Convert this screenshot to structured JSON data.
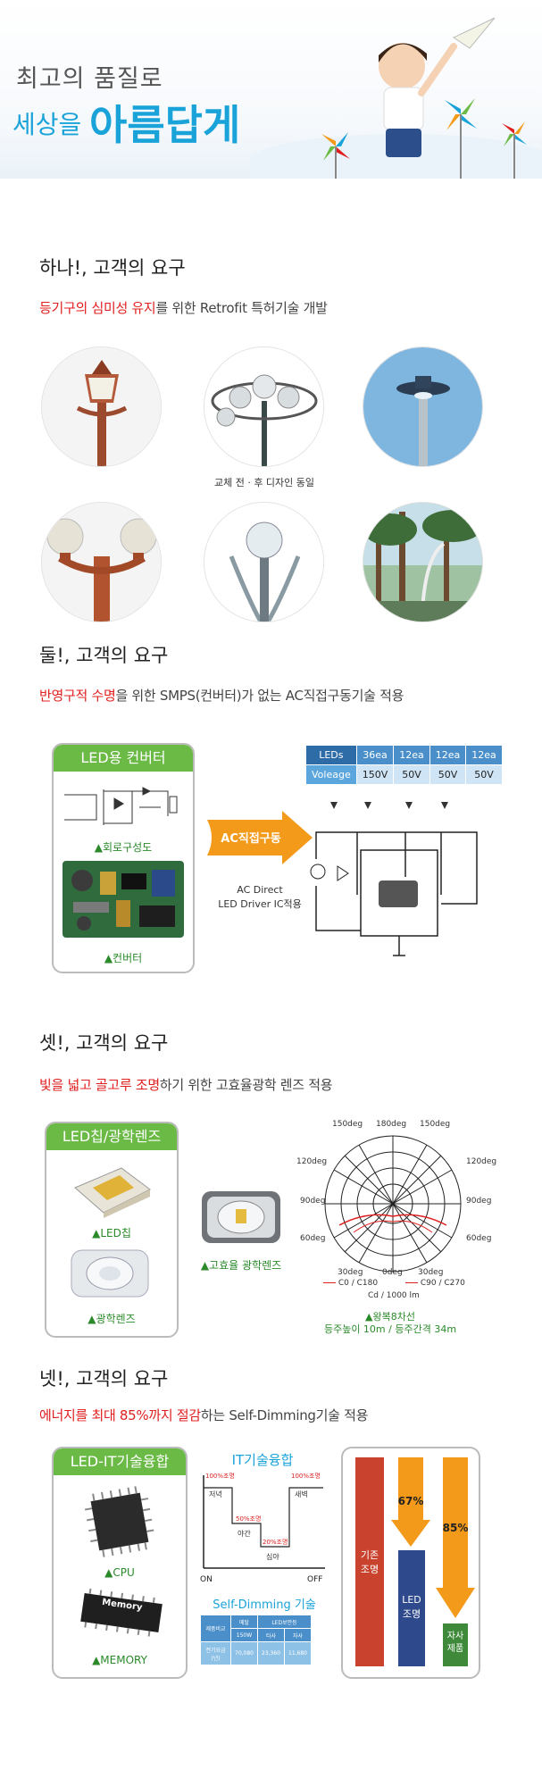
{
  "hero": {
    "line1": "최고의 품질로",
    "line2a": "세상을",
    "line2b": "아름답게"
  },
  "section1": {
    "title": "하나!, 고객의 요구",
    "sub_red": "등기구의 심미성 유지",
    "sub_rest": "를 위한 Retrofit 특허기술 개발",
    "caption": "교체 전 · 후 디자인 동일"
  },
  "section2": {
    "title": "둘!, 고객의 요구",
    "sub_red": "반영구적 수명",
    "sub_rest": "을 위한 SMPS(컨버터)가 없는 AC직접구동기술 적용",
    "panel_title": "LED용 컨버터",
    "circuit_label": "▲회로구성도",
    "converter_label": "▲컨버터",
    "arrow_label": "AC직접구동",
    "ac_text_1": "AC Direct",
    "ac_text_2": "LED Driver IC적용",
    "spec_rows": [
      [
        "LEDs",
        "36ea",
        "12ea",
        "12ea",
        "12ea"
      ],
      [
        "Voleage",
        "150V",
        "50V",
        "50V",
        "50V"
      ]
    ]
  },
  "section3": {
    "title": "셋!, 고객의 요구",
    "sub_red": "빛을 넓고 골고루 조명",
    "sub_rest": "하기 위한 고효율광학 렌즈 적용",
    "panel_title": "LED칩/광학렌즈",
    "chip_label": "▲LED칩",
    "lens_label": "▲광학렌즈",
    "hi_lens_label": "▲고효율 광학렌즈",
    "polar_labels": {
      "top_left": "150deg",
      "top_mid": "180deg",
      "top_right": "150deg",
      "l120": "120deg",
      "r120": "120deg",
      "l90": "90deg",
      "r90": "90deg",
      "l60": "60deg",
      "r60": "60deg",
      "b_left": "30deg",
      "b_mid": "0deg",
      "b_right": "30deg"
    },
    "legend_c0": "C0 / C180",
    "legend_c90": "C90 / C270",
    "unit": "Cd / 1000 lm",
    "road_1": "▲왕복8차선",
    "road_2": "등주높이 10m / 등주간격 34m"
  },
  "section4": {
    "title": "넷!, 고객의 요구",
    "sub_red": "에너지를 최대 85%까지 절감",
    "sub_rest": "하는 Self-Dimming기술 적용",
    "panel_title": "LED-IT기술융합",
    "cpu_label": "▲CPU",
    "memory_label": "▲MEMORY",
    "memory_chip": "Memory",
    "it_title": "IT기술융합",
    "dim_labels": {
      "p100a": "100%조명",
      "evening": "저녁",
      "p50": "50%조명",
      "night": "야간",
      "p20": "20%조명",
      "late": "심야",
      "p100b": "100%조명",
      "dawn": "새벽",
      "on": "ON",
      "off": "OFF"
    },
    "self_dim_title": "Self-Dimming 기술",
    "dim_table": {
      "c00": "제품비교",
      "c01": "메탈",
      "c02": "LED보안등",
      "c10": "150W",
      "c11": "타사",
      "c12": "자사",
      "c20": "전기요금 (년)",
      "c21": "70,080",
      "c22": "23,360",
      "c23": "11,680"
    },
    "bars": {
      "existing": "기존 조명",
      "led": "LED 조명",
      "ours": "자사 제품",
      "pct67": "67%",
      "pct85": "85%"
    }
  },
  "colors": {
    "accent_blue": "#1aa3d9",
    "accent_red": "#e02020",
    "green": "#6aba45",
    "orange": "#f39a1a",
    "table_blue": "#4a8fc9"
  }
}
